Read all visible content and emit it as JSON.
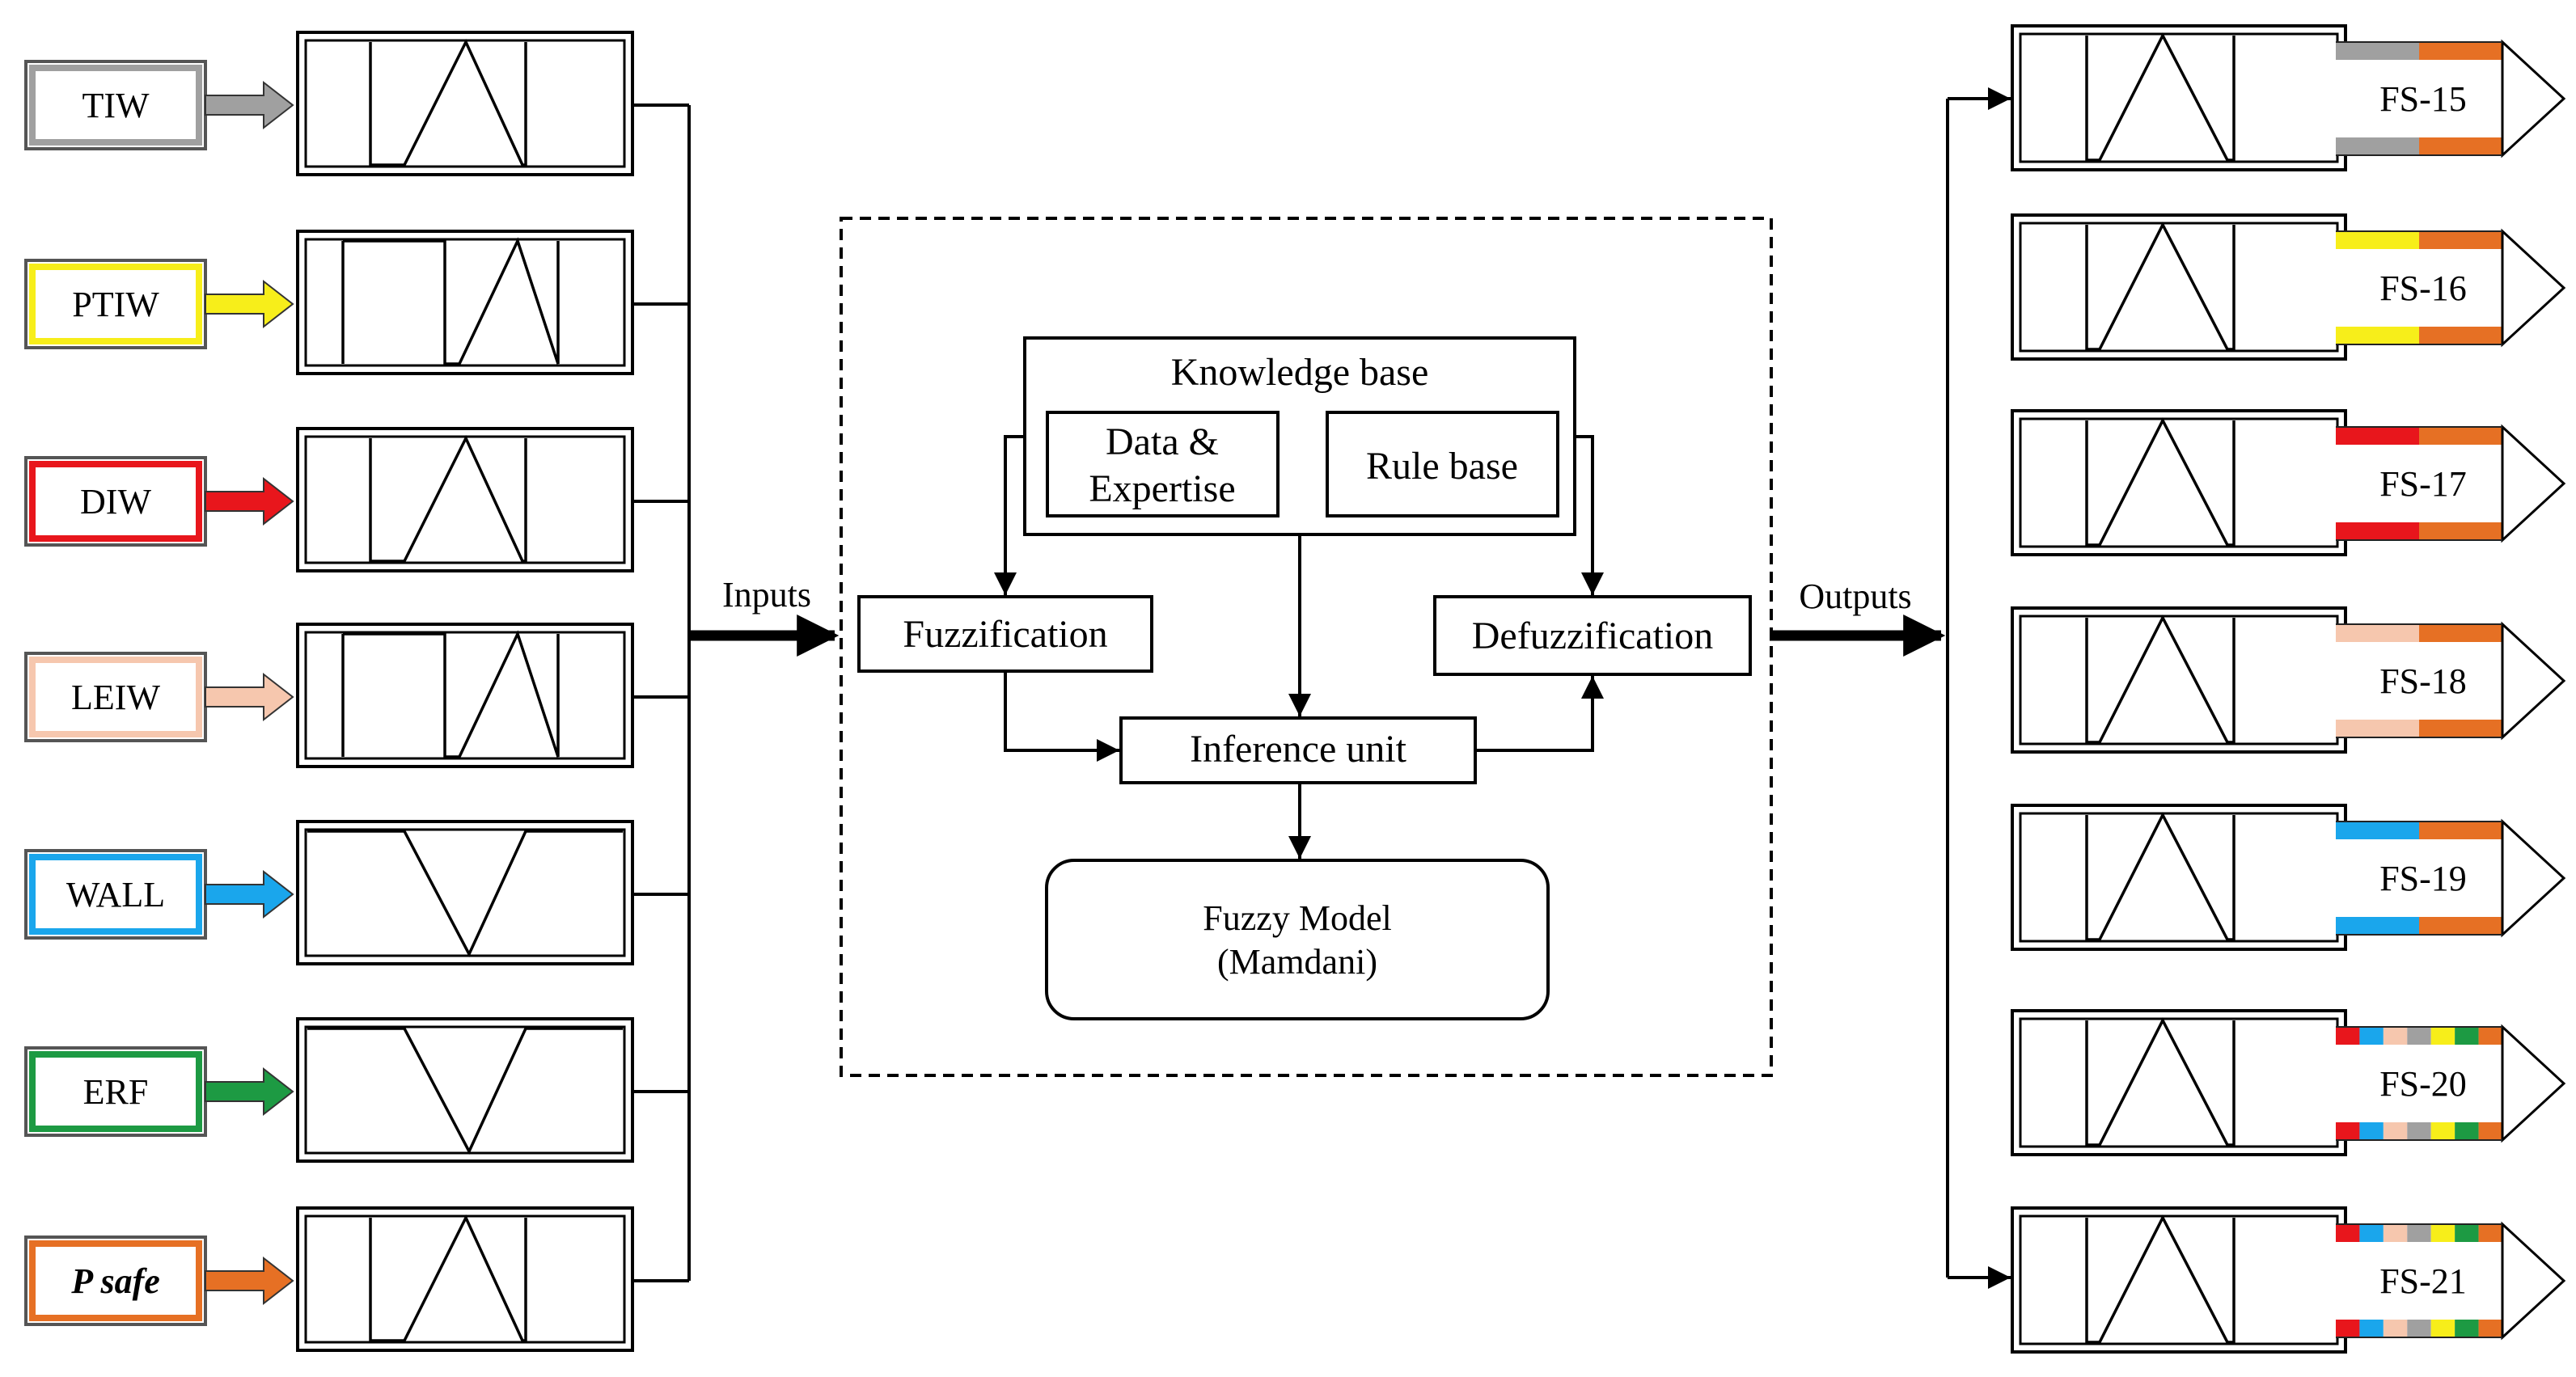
{
  "inputs": [
    {
      "label": "TIW",
      "color": "#a0a0a0",
      "mf": "triangle"
    },
    {
      "label": "PTIW",
      "color": "#f7ee1a",
      "mf": "double"
    },
    {
      "label": "DIW",
      "color": "#e8161c",
      "mf": "triangle"
    },
    {
      "label": "LEIW",
      "color": "#f6c7ae",
      "mf": "double"
    },
    {
      "label": "WALL",
      "color": "#1aa6ec",
      "mf": "vee"
    },
    {
      "label": "ERF",
      "color": "#1d9a43",
      "mf": "vee"
    },
    {
      "label": "P safe",
      "color": "#e67024",
      "mf": "triangle"
    }
  ],
  "outputs": [
    {
      "label": "FS-15",
      "colors": [
        "#a0a0a0",
        "#e67024"
      ]
    },
    {
      "label": "FS-16",
      "colors": [
        "#f7ee1a",
        "#e67024"
      ]
    },
    {
      "label": "FS-17",
      "colors": [
        "#e8161c",
        "#e67024"
      ]
    },
    {
      "label": "FS-18",
      "colors": [
        "#f6c7ae",
        "#e67024"
      ]
    },
    {
      "label": "FS-19",
      "colors": [
        "#1aa6ec",
        "#e67024"
      ]
    },
    {
      "label": "FS-20",
      "colors": [
        "#e8161c",
        "#1aa6ec",
        "#f6c7ae",
        "#a0a0a0",
        "#f7ee1a",
        "#1d9a43",
        "#e67024"
      ]
    },
    {
      "label": "FS-21",
      "colors": [
        "#e8161c",
        "#1aa6ec",
        "#f6c7ae",
        "#a0a0a0",
        "#f7ee1a",
        "#1d9a43",
        "#e67024"
      ]
    }
  ],
  "flow": {
    "inputs_label": "Inputs",
    "outputs_label": "Outputs"
  },
  "center": {
    "knowledge_base": "Knowledge base",
    "data_line1": "Data &",
    "data_line2": "Expertise",
    "rule_base": "Rule base",
    "fuzzification": "Fuzzification",
    "defuzzification": "Defuzzification",
    "inference": "Inference unit",
    "model_line1": "Fuzzy Model",
    "model_line2": "(Mamdani)"
  }
}
